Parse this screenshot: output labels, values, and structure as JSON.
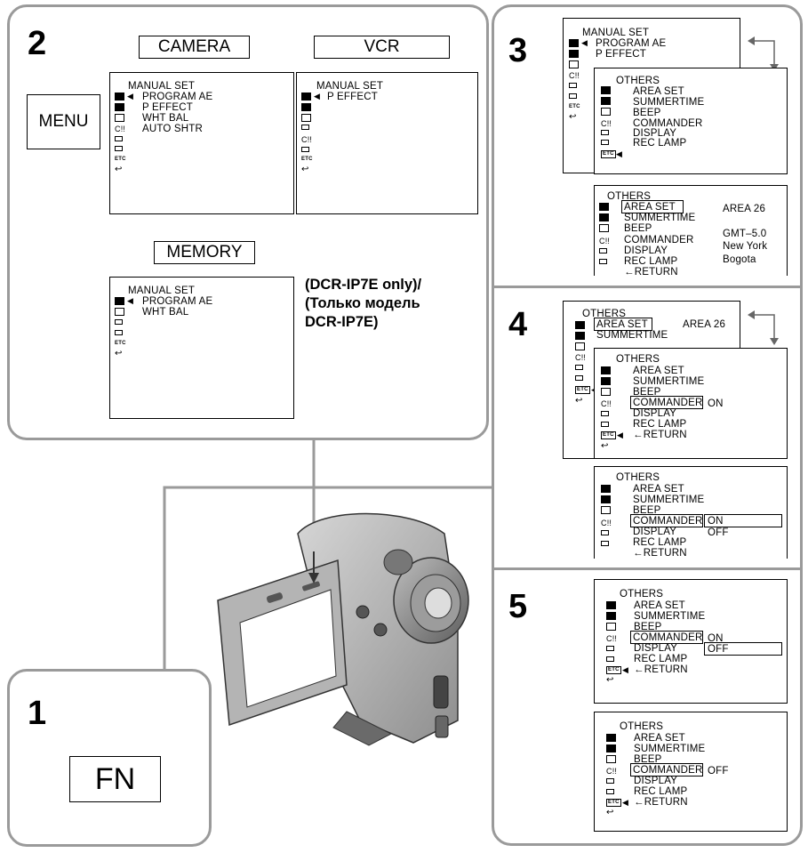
{
  "steps": [
    "1",
    "2",
    "3",
    "4",
    "5"
  ],
  "buttons": {
    "menu": "MENU",
    "fn": "FN"
  },
  "headers": {
    "camera": "CAMERA",
    "vcr": "VCR",
    "memory": "MEMORY"
  },
  "note": {
    "line1": "(DCR-IP7E only)/",
    "line2": "(Только модель",
    "line3": "DCR-IP7E)"
  },
  "menu": {
    "manual_set": "MANUAL SET",
    "program_ae": "PROGRAM AE",
    "p_effect": "P EFFECT",
    "wht_bal": "WHT BAL",
    "auto_shtr": "AUTO SHTR",
    "others": "OTHERS",
    "area_set": "AREA SET",
    "summertime": "SUMMERTIME",
    "beep": "BEEP",
    "commander": "COMMANDER",
    "display": "DISPLAY",
    "rec_lamp": "REC LAMP",
    "return": "←RETURN",
    "area_value": "AREA 26",
    "gmt": "GMT–5.0",
    "city1": "New York",
    "city2": "Bogota",
    "on": "ON",
    "off": "OFF",
    "etc_icon": "ETC"
  }
}
